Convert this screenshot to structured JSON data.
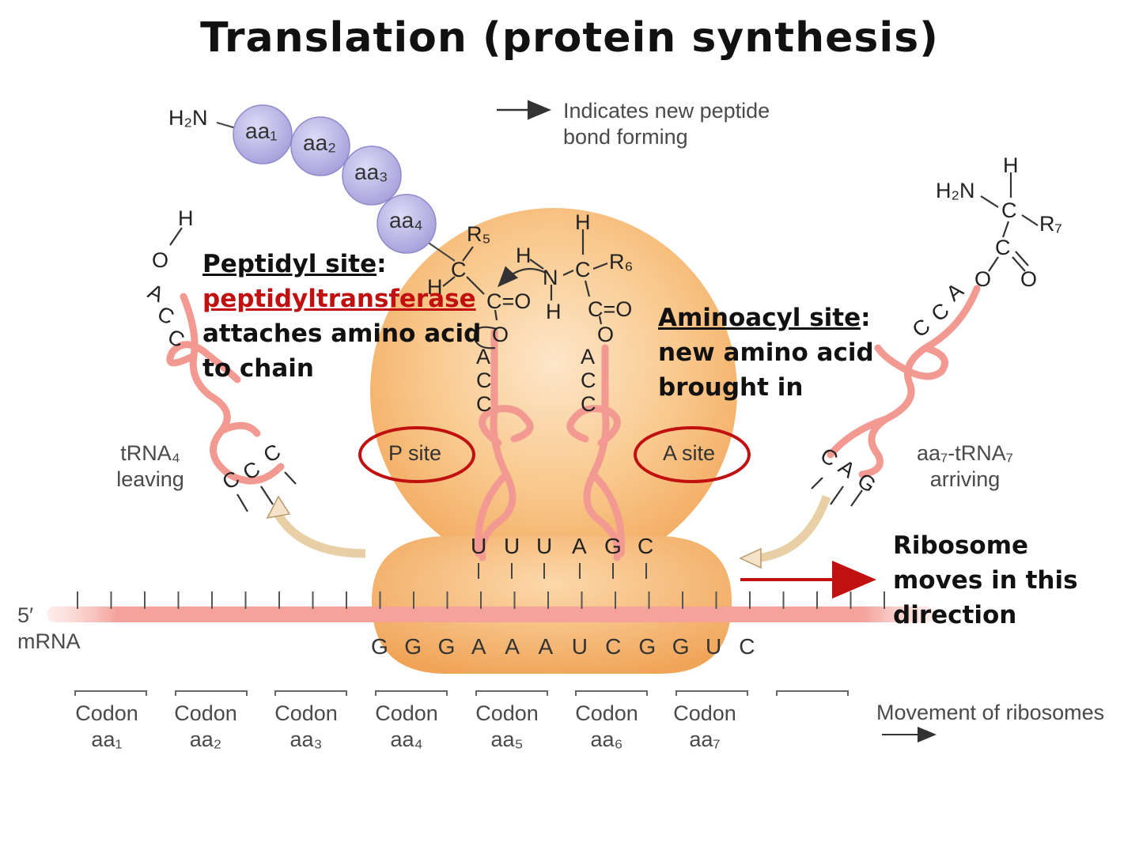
{
  "title": "Translation (protein synthesis)",
  "legend": {
    "arrow_text_line1": "Indicates new peptide",
    "arrow_text_line2": "bond forming"
  },
  "peptide_chain": {
    "terminal": "H₂N",
    "beads": [
      "aa₁",
      "aa₂",
      "aa₃",
      "aa₄"
    ],
    "bead_color": "#b7b3e6"
  },
  "peptidyl_callout": {
    "heading": "Peptidyl site",
    "colon": ":",
    "enzyme": "peptidyltransferase",
    "line3": "attaches amino acid",
    "line4": "to chain"
  },
  "aminoacyl_callout": {
    "heading": "Aminoacyl site",
    "colon": ":",
    "line2": "new amino acid",
    "line3": "brought in"
  },
  "ribosome_callout": {
    "line1": "Ribosome",
    "line2": "moves in this",
    "line3": "direction"
  },
  "sites": {
    "p_site": "P site",
    "a_site": "A site"
  },
  "trna_leaving": {
    "line1": "tRNA₄",
    "line2": "leaving",
    "anticodon": [
      "C",
      "C",
      "C"
    ],
    "acceptor": [
      "A",
      "C",
      "C"
    ],
    "oh_o": "O",
    "oh_h": "H"
  },
  "trna_arriving": {
    "line1": "aa₇-tRNA₇",
    "line2": "arriving",
    "anticodon": [
      "C",
      "A",
      "G"
    ],
    "acceptor": [
      "C",
      "C",
      "A"
    ]
  },
  "ribosome_anticodons": [
    "U",
    "U",
    "U",
    "A",
    "G",
    "C"
  ],
  "trna_acceptor_letters": [
    "A",
    "C",
    "C"
  ],
  "chemistry": {
    "R5": "R₅",
    "R6": "R₆",
    "R7": "R₇",
    "H": "H",
    "C": "C",
    "N": "N",
    "O": "O",
    "H2N": "H₂N",
    "C_eq_O": "C=O"
  },
  "mrna": {
    "five_prime": "5′",
    "label": "mRNA",
    "sequence": [
      "G",
      "G",
      "G",
      "A",
      "A",
      "A",
      "U",
      "C",
      "G",
      "G",
      "U",
      "C"
    ]
  },
  "codons": [
    {
      "line1": "Codon",
      "line2": "aa₁"
    },
    {
      "line1": "Codon",
      "line2": "aa₂"
    },
    {
      "line1": "Codon",
      "line2": "aa₃"
    },
    {
      "line1": "Codon",
      "line2": "aa₄"
    },
    {
      "line1": "Codon",
      "line2": "aa₅"
    },
    {
      "line1": "Codon",
      "line2": "aa₆"
    },
    {
      "line1": "Codon",
      "line2": "aa₇"
    }
  ],
  "movement_label": "Movement of ribosomes",
  "colors": {
    "ribosome": "#f6b978",
    "ribosome_light": "#fde3c4",
    "trna": "#f29a92",
    "site_ring": "#c01010",
    "arrow_red": "#c01010",
    "curved_arrow": "#f4e3c8"
  }
}
